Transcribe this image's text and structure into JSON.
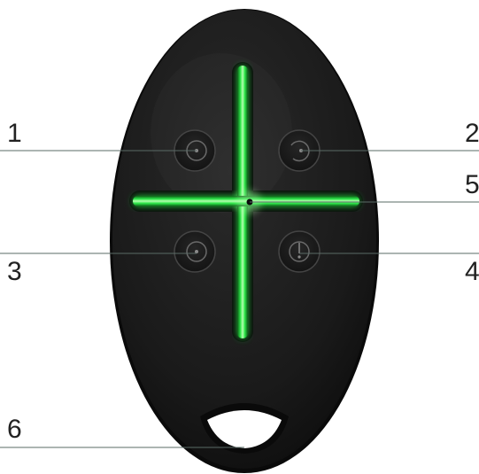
{
  "figure": {
    "device": "key-fob",
    "colors": {
      "body": "#1c1c1c",
      "body_edge": "#0d0d0d",
      "glow": "#2ee84a",
      "glow_core": "#b6ffb0",
      "button_ring": "#4a4a4a",
      "leader_line": "#5a6b66"
    },
    "callouts": [
      {
        "id": "1",
        "label": "1",
        "icon": "arm-icon"
      },
      {
        "id": "2",
        "label": "2",
        "icon": "disarm-icon"
      },
      {
        "id": "3",
        "label": "3",
        "icon": "night-mode-icon"
      },
      {
        "id": "4",
        "label": "4",
        "icon": "panic-icon"
      },
      {
        "id": "5",
        "label": "5",
        "icon": "led-indicator-icon"
      },
      {
        "id": "6",
        "label": "6",
        "icon": "lanyard-hole-icon"
      }
    ]
  }
}
